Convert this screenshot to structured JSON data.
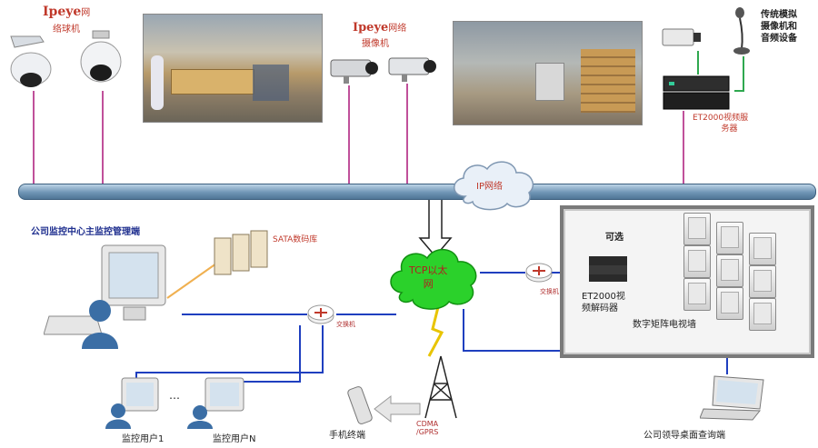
{
  "labels": {
    "dome_brand": "Ipeye",
    "dome_brand_suffix": "网",
    "dome_type": "络球机",
    "bullet_brand": "Ipeye",
    "bullet_brand_suffix": "网络",
    "bullet_type": "摄像机",
    "analog_title_l1": "传统模拟",
    "analog_title_l2": "摄像机和",
    "analog_title_l3": "音频设备",
    "et2000_server_l1": "ET2000视频服",
    "et2000_server_l2": "务器",
    "ip_network": "IP网络",
    "main_center": "公司监控中心主监控管理端",
    "sata": "SATA数码库",
    "tcp_l1": "TCP以太",
    "tcp_l2": "网",
    "switch_center": "交换机",
    "switch_right": "交换机",
    "optional": "可选",
    "decoder_l1": "ET2000视",
    "decoder_l2": "频解码器",
    "tv_wall": "数字矩阵电视墙",
    "ellipsis": "…",
    "user1": "监控用户1",
    "userN": "监控用户N",
    "mobile": "手机终端",
    "cdma_l1": "CDMA",
    "cdma_l2": "/GPRS",
    "leader": "公司领导桌面查询端"
  },
  "colors": {
    "bus": "#6f95b5",
    "camera_link": "#c0509a",
    "analog_link": "#2fa84f",
    "lan_link": "#1f3fbf",
    "tcp_cloud": "#2bd12b",
    "ip_cloud": "#e6eef7",
    "label_red": "#c0392b"
  }
}
